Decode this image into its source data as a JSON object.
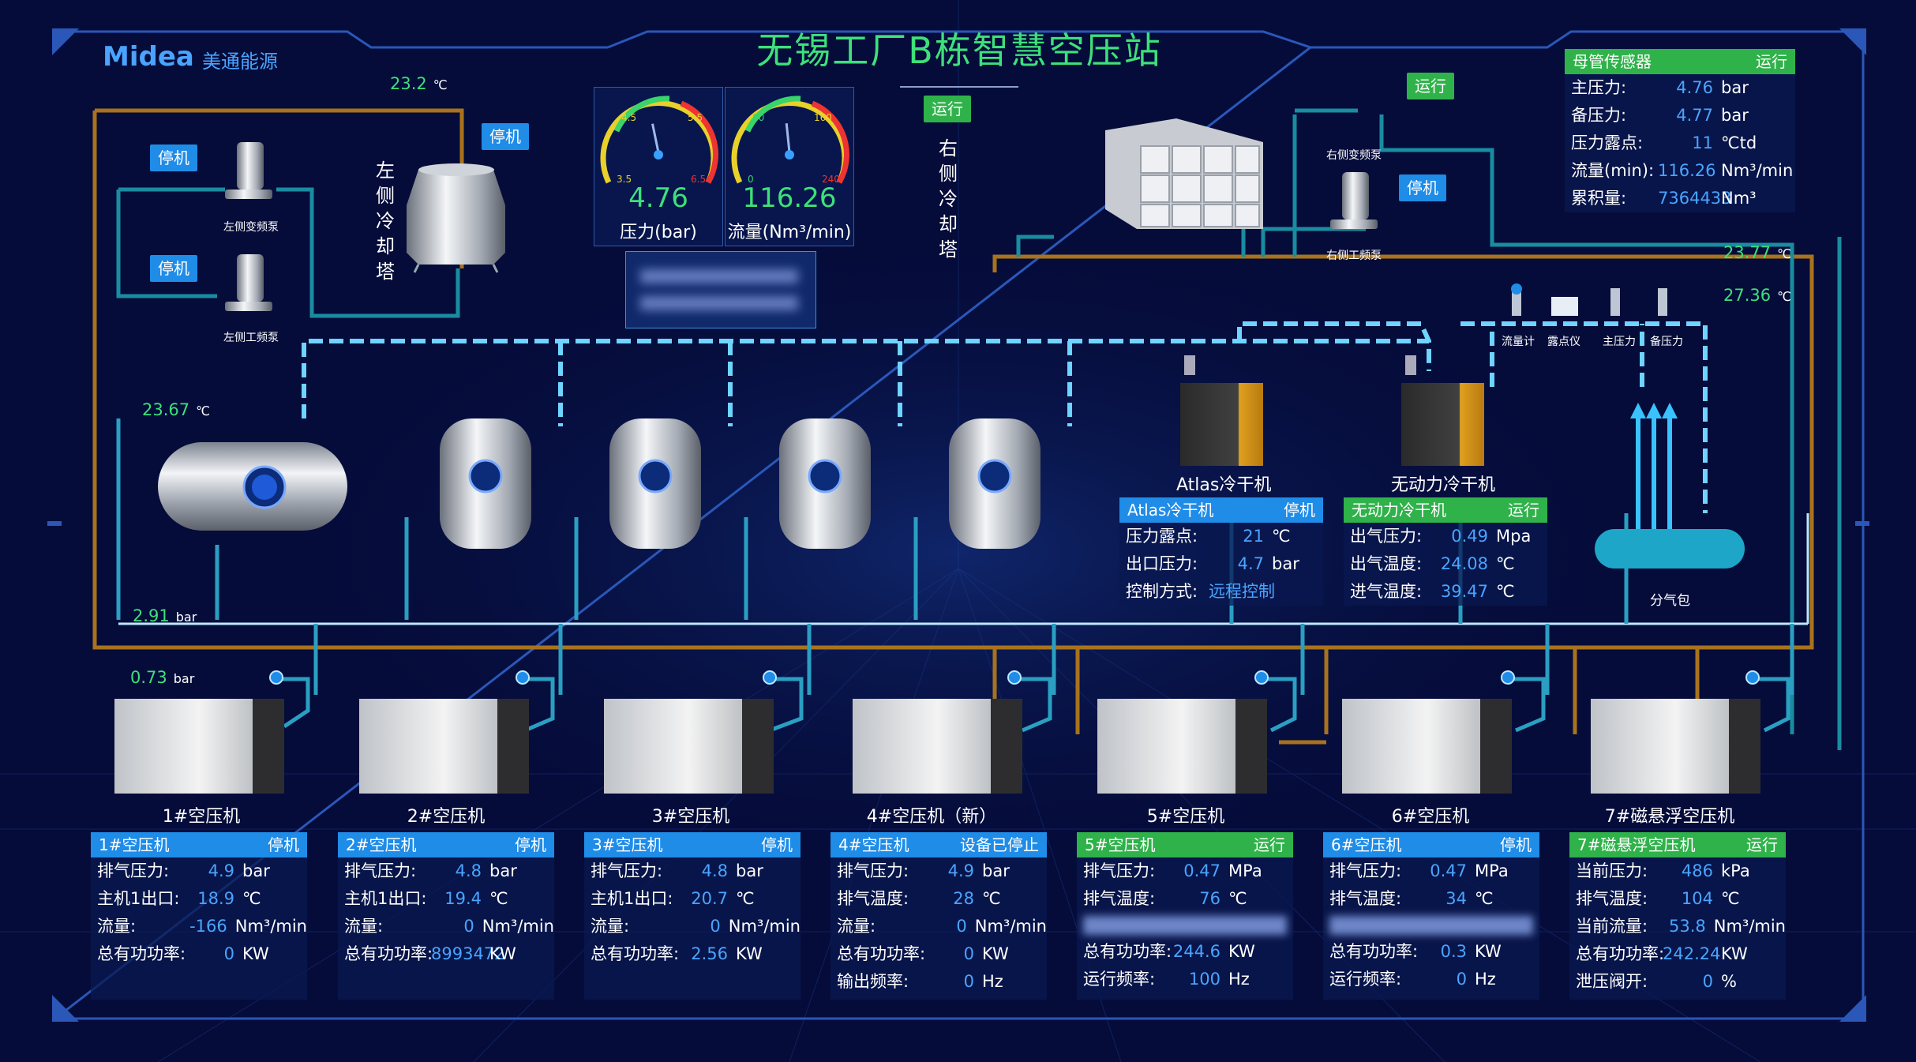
{
  "header": {
    "title": "无锡工厂B栋智慧空压站",
    "logo_text": "Midea",
    "logo_sub": "美通能源"
  },
  "left_tower": {
    "label": "左侧冷却塔",
    "status": "停机",
    "temp_value": "23.2",
    "temp_unit": "℃"
  },
  "right_tower": {
    "label": "右侧冷却塔",
    "status": "运行"
  },
  "left_pumps": [
    {
      "label": "左侧变频泵",
      "status": "停机"
    },
    {
      "label": "左侧工频泵",
      "status": "停机"
    }
  ],
  "right_pumps": {
    "variable_label": "右侧变频泵",
    "fixed_label": "右侧工频泵",
    "status_top": "运行",
    "status_pump": "停机"
  },
  "gauges": [
    {
      "value": "4.76",
      "label": "压力(bar)",
      "ticks": [
        "3.5",
        "4.5",
        "5.5",
        "6.5"
      ],
      "level": 0.46
    },
    {
      "value": "116.26",
      "label": "流量(Nm³/min)",
      "ticks": [
        "0",
        "80",
        "160",
        "240"
      ],
      "level": 0.48
    }
  ],
  "readings": {
    "main_tank_temp": {
      "value": "23.67",
      "unit": "℃"
    },
    "ring_pressure": {
      "value": "2.91",
      "unit": "bar"
    },
    "comp_inlet_pressure": {
      "value": "0.73",
      "unit": "bar"
    },
    "right_temp_1": {
      "value": "23.77",
      "unit": "℃"
    },
    "right_temp_2": {
      "value": "27.36",
      "unit": "℃"
    }
  },
  "sensors": {
    "flow": "流量计",
    "dew": "露点仪",
    "main_p": "主压力",
    "backup_p": "备压力"
  },
  "manifold_label": "分气包",
  "main_sensor": {
    "title": "母管传感器",
    "status": "运行",
    "rows": [
      {
        "k": "主压力:",
        "v": "4.76",
        "u": "bar"
      },
      {
        "k": "备压力:",
        "v": "4.77",
        "u": "bar"
      },
      {
        "k": "压力露点:",
        "v": "11",
        "u": "℃td"
      },
      {
        "k": "流量(min):",
        "v": "116.26",
        "u": "Nm³/min"
      },
      {
        "k": "累积量:",
        "v": "7364433",
        "u": "Nm³"
      }
    ]
  },
  "dryers": [
    {
      "name": "Atlas冷干机",
      "title": "Atlas冷干机",
      "status": "停机",
      "hd": "blue",
      "rows": [
        {
          "k": "压力露点:",
          "v": "21",
          "u": "℃"
        },
        {
          "k": "出口压力:",
          "v": "4.7",
          "u": "bar"
        },
        {
          "k": "控制方式:",
          "v": "远程控制",
          "u": ""
        }
      ]
    },
    {
      "name": "无动力冷干机",
      "title": "无动力冷干机",
      "status": "运行",
      "hd": "green",
      "rows": [
        {
          "k": "出气压力:",
          "v": "0.49",
          "u": "Mpa"
        },
        {
          "k": "出气温度:",
          "v": "24.08",
          "u": "℃"
        },
        {
          "k": "进气温度:",
          "v": "39.47",
          "u": "℃"
        }
      ]
    }
  ],
  "compressors": [
    {
      "name": "1#空压机",
      "title": "1#空压机",
      "status": "停机",
      "hd": "blue",
      "rows": [
        {
          "k": "排气压力:",
          "v": "4.9",
          "u": "bar"
        },
        {
          "k": "主机1出口:",
          "v": "18.9",
          "u": "℃"
        },
        {
          "k": "流量:",
          "v": "-166",
          "u": "Nm³/min"
        },
        {
          "k": "总有功功率:",
          "v": "0",
          "u": "KW"
        }
      ]
    },
    {
      "name": "2#空压机",
      "title": "2#空压机",
      "status": "停机",
      "hd": "blue",
      "rows": [
        {
          "k": "排气压力:",
          "v": "4.8",
          "u": "bar"
        },
        {
          "k": "主机1出口:",
          "v": "19.4",
          "u": "℃"
        },
        {
          "k": "流量:",
          "v": "0",
          "u": "Nm³/min"
        },
        {
          "k": "总有功功率:",
          "v": "8993472",
          "u": "KW"
        }
      ]
    },
    {
      "name": "3#空压机",
      "title": "3#空压机",
      "status": "停机",
      "hd": "blue",
      "rows": [
        {
          "k": "排气压力:",
          "v": "4.8",
          "u": "bar"
        },
        {
          "k": "主机1出口:",
          "v": "20.7",
          "u": "℃"
        },
        {
          "k": "流量:",
          "v": "0",
          "u": "Nm³/min"
        },
        {
          "k": "总有功功率:",
          "v": "2.56",
          "u": "KW"
        }
      ]
    },
    {
      "name": "4#空压机（新）",
      "title": "4#空压机",
      "status": "设备已停止",
      "hd": "blue",
      "rows": [
        {
          "k": "排气压力:",
          "v": "4.9",
          "u": "bar"
        },
        {
          "k": "排气温度:",
          "v": "28",
          "u": "℃"
        },
        {
          "k": "流量:",
          "v": "0",
          "u": "Nm³/min"
        },
        {
          "k": "总有功功率:",
          "v": "0",
          "u": "KW"
        },
        {
          "k": "输出频率:",
          "v": "0",
          "u": "Hz"
        }
      ]
    },
    {
      "name": "5#空压机",
      "title": "5#空压机",
      "status": "运行",
      "hd": "green",
      "rows": [
        {
          "k": "排气压力:",
          "v": "0.47",
          "u": "MPa"
        },
        {
          "k": "排气温度:",
          "v": "76",
          "u": "℃"
        },
        {
          "k": "",
          "v": "",
          "u": "",
          "blur": true
        },
        {
          "k": "总有功功率:",
          "v": "244.6",
          "u": "KW"
        },
        {
          "k": "运行频率:",
          "v": "100",
          "u": "Hz"
        }
      ]
    },
    {
      "name": "6#空压机",
      "title": "6#空压机",
      "status": "停机",
      "hd": "blue",
      "rows": [
        {
          "k": "排气压力:",
          "v": "0.47",
          "u": "MPa"
        },
        {
          "k": "排气温度:",
          "v": "34",
          "u": "℃"
        },
        {
          "k": "",
          "v": "",
          "u": "",
          "blur": true
        },
        {
          "k": "总有功功率:",
          "v": "0.3",
          "u": "KW"
        },
        {
          "k": "运行频率:",
          "v": "0",
          "u": "Hz"
        }
      ]
    },
    {
      "name": "7#磁悬浮空压机",
      "title": "7#磁悬浮空压机",
      "status": "运行",
      "hd": "green",
      "rows": [
        {
          "k": "当前压力:",
          "v": "486",
          "u": "kPa"
        },
        {
          "k": "排气温度:",
          "v": "104",
          "u": "℃"
        },
        {
          "k": "当前流量:",
          "v": "53.8",
          "u": "Nm³/min"
        },
        {
          "k": "总有功功率:",
          "v": "242.24",
          "u": "KW"
        },
        {
          "k": "泄压阀开:",
          "v": "0",
          "u": "%"
        }
      ]
    }
  ]
}
